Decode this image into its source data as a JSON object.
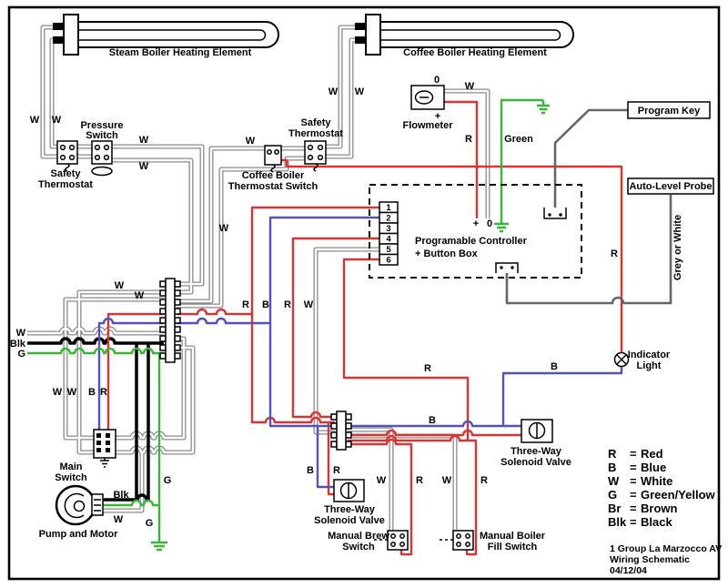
{
  "diagram": {
    "footer_line1": "1  Group La Marzocco AV",
    "footer_line2": "Wiring Schematic",
    "footer_line3": "04/12/04"
  },
  "letters": {
    "W": "W",
    "R": "R",
    "B": "B",
    "G": "G",
    "Blk": "Blk",
    "Green": "Green",
    "plus": "+",
    "zero": "0"
  },
  "components": {
    "steam_element": "Steam Boiler Heating Element",
    "coffee_element": "Coffee Boiler Heating Element",
    "pressure_switch_l1": "Pressure",
    "pressure_switch_l2": "Switch",
    "safety_thermostat_l1": "Safety",
    "safety_thermostat_l2": "Thermostat",
    "coffee_thermostat_switch_l1": "Coffee Boiler",
    "coffee_thermostat_switch_l2": "Thermostat Switch",
    "flowmeter": "Flowmeter",
    "program_key": "Program Key",
    "auto_level_probe": "Auto-Level Probe",
    "grey_or_white": "Grey or White",
    "controller_l1": "Programable Controller",
    "controller_l2": "+ Button Box",
    "indicator_l1": "Indicator",
    "indicator_l2": "Light",
    "main_switch_l1": "Main",
    "main_switch_l2": "Switch",
    "pump": "Pump and Motor",
    "solenoid_l1": "Three-Way",
    "solenoid_l2": "Solenoid Valve",
    "brew_switch_l1": "Manual Brew",
    "brew_switch_l2": "Switch",
    "fill_switch_l1": "Manual Boiler",
    "fill_switch_l2": "Fill Switch"
  },
  "controller_terminals": [
    "1",
    "2",
    "3",
    "4",
    "5",
    "6"
  ],
  "legend": {
    "equals": "=",
    "entries": [
      {
        "abbr": "R",
        "name": "Red"
      },
      {
        "abbr": "B",
        "name": "Blue"
      },
      {
        "abbr": "W",
        "name": "White"
      },
      {
        "abbr": "G",
        "name": "Green/Yellow"
      },
      {
        "abbr": "Br",
        "name": "Brown"
      },
      {
        "abbr": "Blk",
        "name": "Black"
      }
    ]
  },
  "colors": {
    "red": "#d93434",
    "blue": "#5252b8",
    "green": "#36b836",
    "white_wire": "#8a8a8a",
    "black_wire": "#000000",
    "probe_wire": "#666666"
  }
}
